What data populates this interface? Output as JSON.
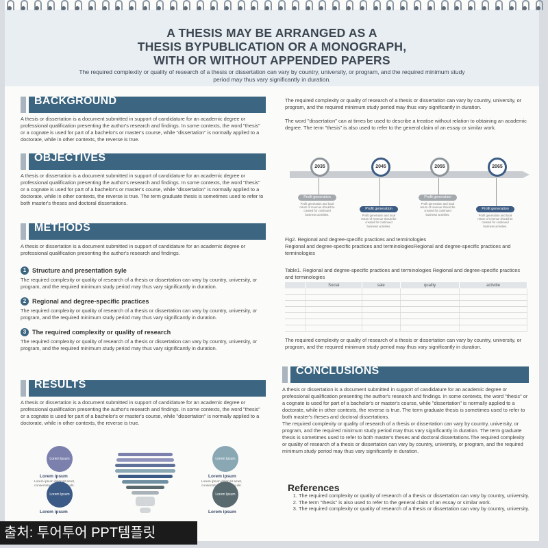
{
  "header": {
    "title": "A THESIS MAY BE ARRANGED AS A\nTHESIS BYPUBLICATION OR A MONOGRAPH,\nWITH OR WITHOUT APPENDED PAPERS",
    "subtitle": "The required complexity or quality of research of a thesis or dissertation can vary by country, university, or program, and the required minimum study period may thus vary significantly in duration."
  },
  "background": {
    "title": "BACKGROUND",
    "text": "A thesis or dissertation is a document submitted in support of candidature for an academic degree or professional qualification presenting the author's research and findings. In some contexts, the word \"thesis\" or a cognate is used for part of a bachelor's or master's course, while \"dissertation\" is normally applied to a doctorate, while in other contexts, the reverse is true."
  },
  "objectives": {
    "title": "OBJECTIVES",
    "text": "A thesis or dissertation is a document submitted in support of candidature for an academic degree or professional qualification presenting the author's research and findings. In some contexts, the word \"thesis\" or a cognate is used for part of a bachelor's or master's course, while \"dissertation\" is normally applied to a doctorate, while in other contexts, the reverse is true. The term graduate thesis is sometimes used to refer to both master's theses and doctoral dissertations."
  },
  "methods": {
    "title": "METHODS",
    "text": "A thesis or dissertation is a document submitted in support of candidature for an academic degree or professional qualification presenting the author's research and findings.",
    "items": [
      {
        "num": "1",
        "title": "Structure and presentation syle",
        "text": "The required complexity or quality of research of a thesis or dissertation can vary by country, university, or program, and the required minimum study period may thus vary significantly in duration."
      },
      {
        "num": "2",
        "title": "Regional and degree-specific practices",
        "text": "The required complexity or quality of research of a thesis or dissertation can vary by country, university, or program, and the required minimum study period may thus vary significantly in duration."
      },
      {
        "num": "3",
        "title": "The required complexity or quality of research",
        "text": "The required complexity or quality of research of a thesis or dissertation can vary by country, university, or program, and the required minimum study period may thus vary significantly in duration."
      }
    ]
  },
  "results": {
    "title": "RESULTS",
    "text": "A thesis or dissertation is a document submitted in support of candidature for an academic degree or professional qualification presenting the author's research and findings. In some contexts, the word \"thesis\" or a cognate is used for part of a bachelor's or master's course, while \"dissertation\" is normally applied to a doctorate, while in other contexts, the reverse is true."
  },
  "infographic": {
    "circle_label": "Lorem Ipsum",
    "item_title": "Lorem ipsum",
    "item_desc": "Lorem ipsum dolor sit amet, consectetuer adipiscing elit."
  },
  "right": {
    "intro1": "The required complexity or quality of research of a thesis or dissertation can vary by country, university, or program, and the required minimum study period may thus vary significantly in duration.",
    "intro2": "The word \"dissertation\" can at times be used to describe a treatise without relation to obtaining an academic degree. The term \"thesis\" is also used to refer to the general claim of an essay or similar work.",
    "fig_caption": "Fig2. Regional and degree-specific practices and terminologies\nRegional and degree-specific practices and terminologiesRegional and degree-specific practices and terminologies",
    "table_caption": "Table1. Regional and degree-specific practices and terminologies Regional and degree-specific practices and terminologies",
    "after_table": "The required complexity or quality of research of a thesis or dissertation can vary by country, university, or program, and the required minimum study period may thus vary significantly in duration."
  },
  "timeline": {
    "years": [
      "2035",
      "2045",
      "2055",
      "2065"
    ],
    "pill_label": "Profit generation",
    "pill_desc": "Profit generation and local return of revenue should be created for continued business activities."
  },
  "table": {
    "headers": [
      "Social",
      "sale",
      "quality",
      "activitie"
    ]
  },
  "conclusions": {
    "title": "CONCLUSIONS",
    "text1": "A thesis or dissertation is a document submitted in support of candidature for an academic degree or professional qualification presenting the author's research and findings. In some contexts, the word \"thesis\" or a cognate is used for part of a bachelor's or master's course, while \"dissertation\" is normally applied to a doctorate, while in other contexts, the reverse is true. The term graduate thesis is sometimes used to refer to both master's theses and doctoral dissertations.",
    "text2": "The required complexity or quality of research of a thesis or dissertation can vary by country, university, or program, and the required minimum study period may thus vary significantly in duration. The term graduate thesis is sometimes used to refer to both master's theses and doctoral dissertations.The required complexity or quality of research of a thesis or dissertation can vary by country, university, or program, and the required minimum study period may thus vary significantly in duration."
  },
  "references": {
    "title": "References",
    "items": [
      "The required complexity or quality of research of a thesis or dissertation can vary by country, university.",
      "The term \"thesis\" is also used to refer to the general claim of an essay or similar work.",
      "The required complexity or quality of research of a thesis or dissertation can vary by country, university."
    ]
  },
  "watermark": "출처: 투어투어 PPT템플릿",
  "colors": {
    "section_bg": "#3b6580",
    "header_bg": "#e9eef3",
    "timeline_dark": "#3b5b83"
  }
}
